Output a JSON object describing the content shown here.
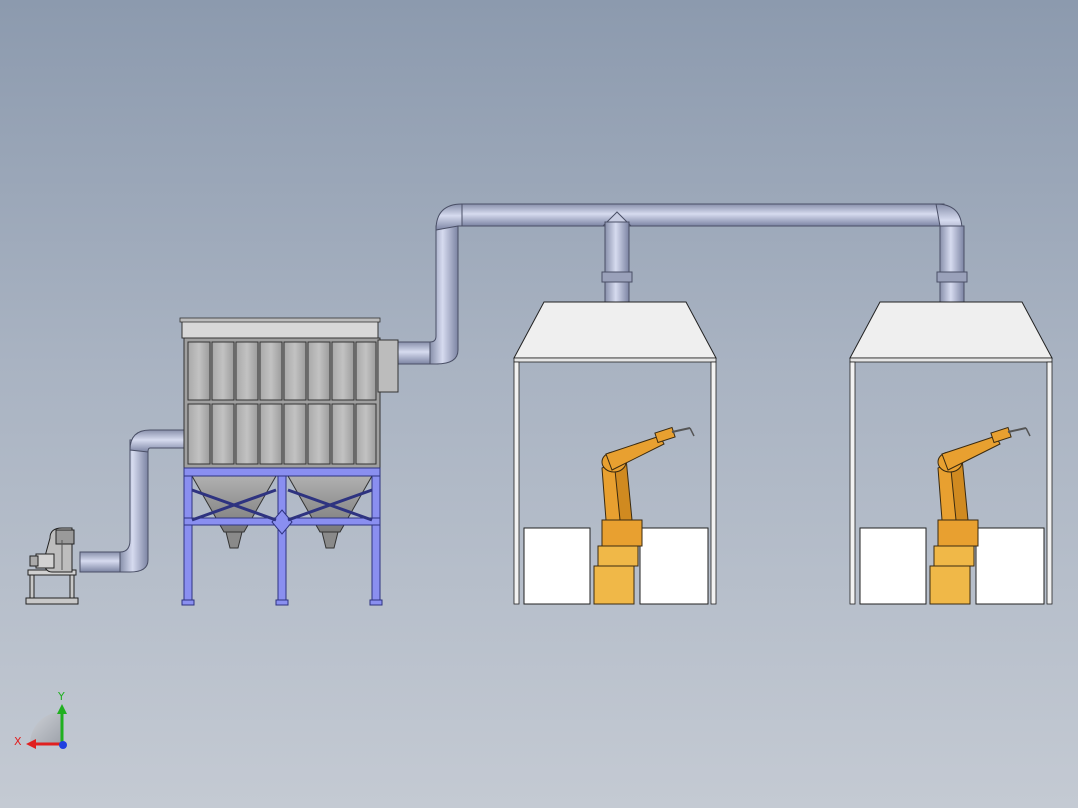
{
  "viewport": {
    "background_top": "#8c9aae",
    "background_bottom": "#c4cad3"
  },
  "colors": {
    "duct": "#b5bcd6",
    "duct_shade": "#8890ab",
    "frame": "#8a8ff0",
    "panel": "#b4b4b4",
    "booth_roof": "#eeeeee",
    "robot": "#e8a030",
    "pedestal": "#f0b848",
    "table": "#ffffff"
  },
  "triad": {
    "x_label": "X",
    "y_label": "Y",
    "x_color": "#e02020",
    "y_color": "#20b020",
    "z_color": "#2040e0"
  },
  "components": {
    "fan": "centrifugal-fan",
    "collector": "dust-collector",
    "booths": [
      "welding-booth-1",
      "welding-booth-2"
    ],
    "robots": [
      "welding-robot-1",
      "welding-robot-2"
    ]
  }
}
